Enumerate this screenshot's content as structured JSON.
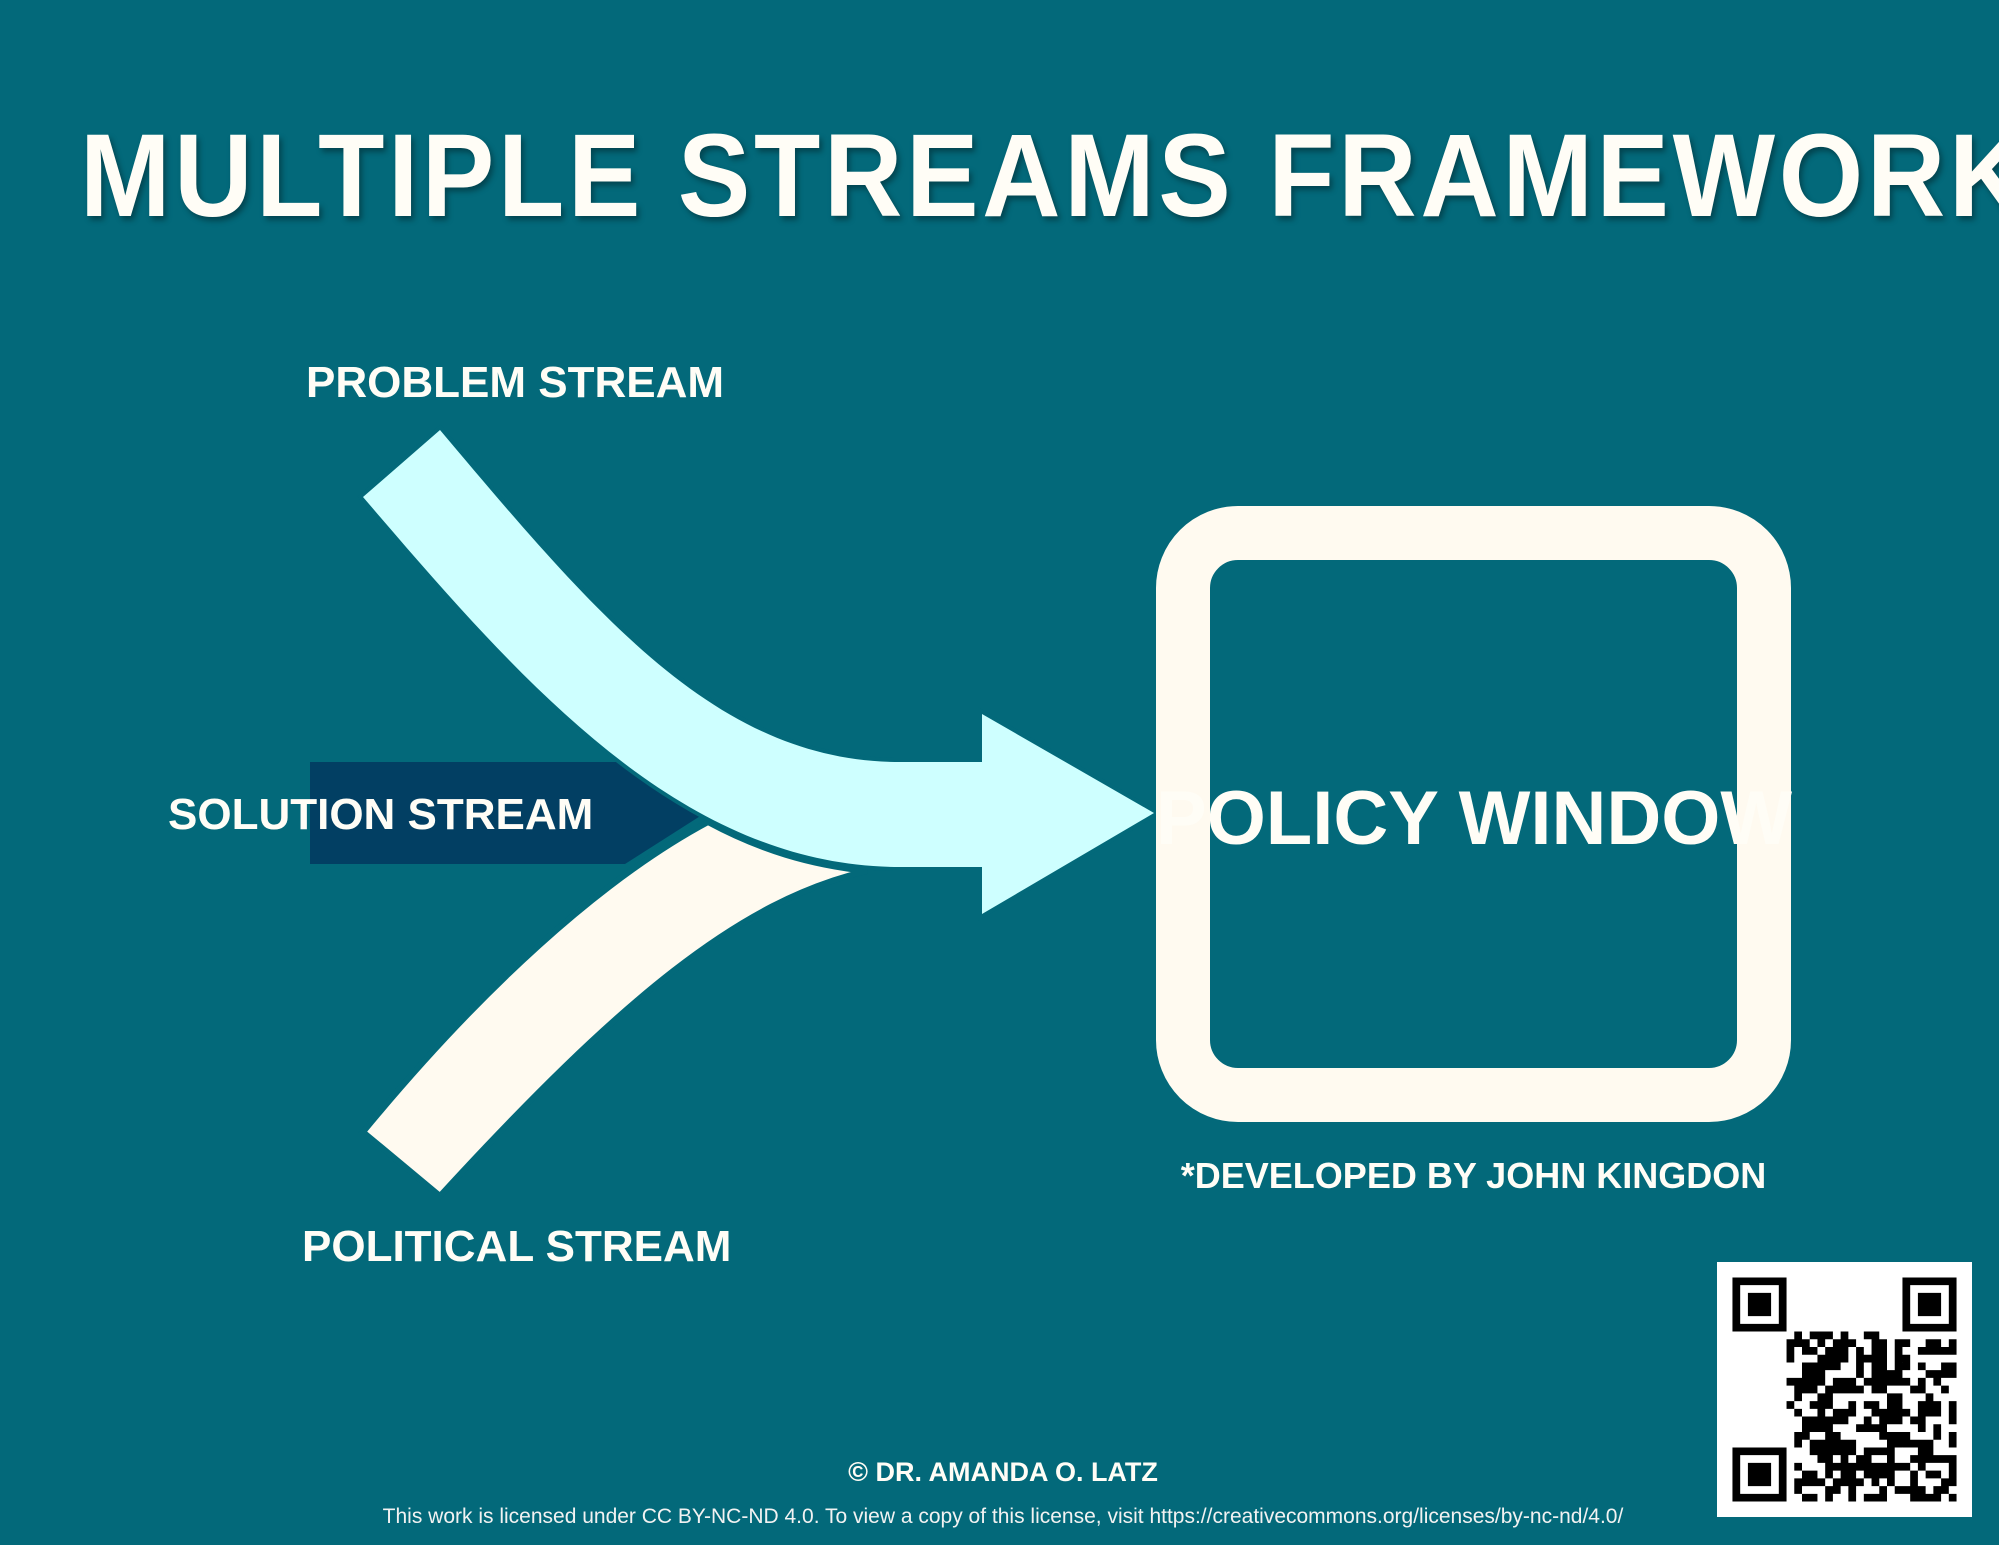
{
  "title": "Multiple Streams Framework*",
  "streams": {
    "problem": "Problem Stream",
    "solution": "Solution Stream",
    "political": "Political Stream"
  },
  "policy_window": "Policy Window",
  "footnote": "*Developed by John Kingdon",
  "copyright": "© Dr. Amanda O. Latz",
  "license": "This work is licensed under CC BY-NC-ND 4.0. To view a copy of this license, visit https://creativecommons.org/licenses/by-nc-nd/4.0/",
  "colors": {
    "background": "#03697a",
    "problem": "#ceffff",
    "solution": "#023f63",
    "political": "#fffaf0",
    "window": "#fffaf0"
  }
}
